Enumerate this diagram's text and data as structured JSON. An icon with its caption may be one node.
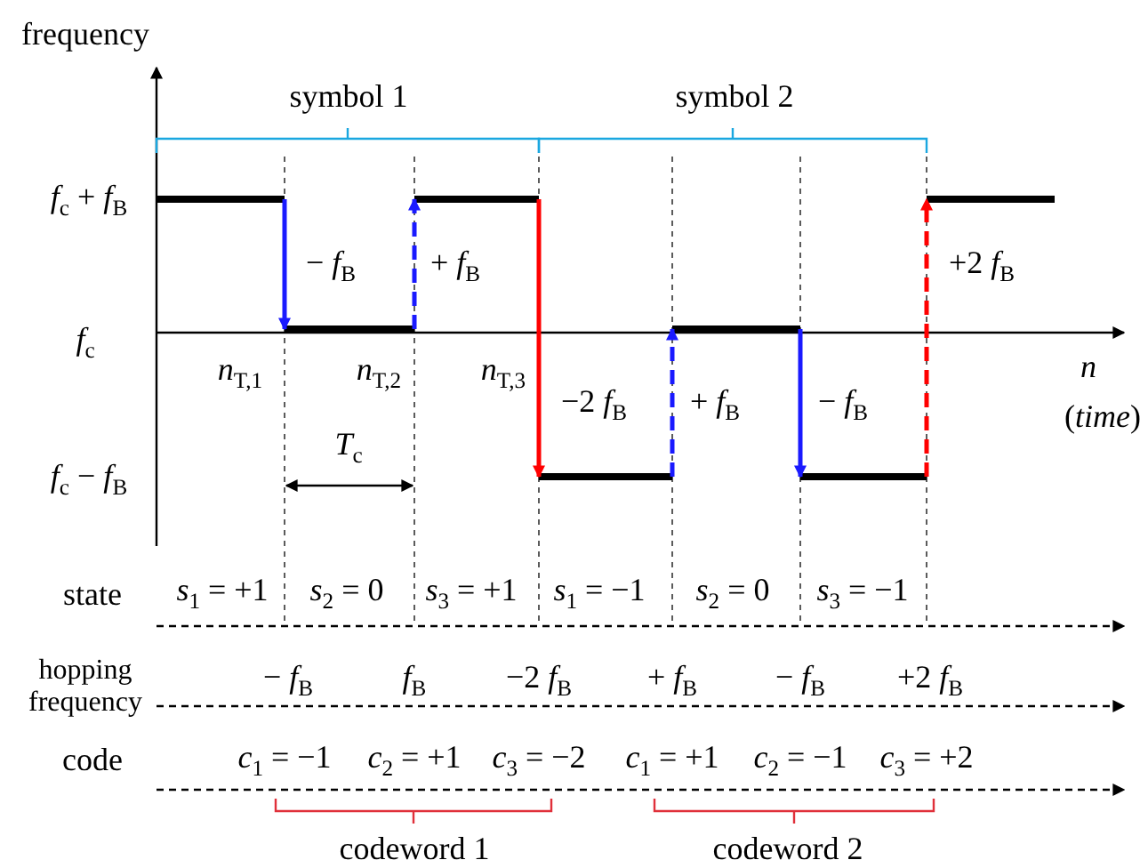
{
  "diagram": {
    "labels": [
      "frequency",
      "symbol 1",
      "symbol 2",
      "*f*$_{c}$ + *f*$_{B}$",
      "− *f*$_{B}$",
      "+ *f*$_{B}$",
      "+2 *f*$_{B}$",
      "*f*$_{c}$",
      "*n*$_{T,1}$",
      "*n*$_{T,2}$",
      "*n*$_{T,3}$",
      "*n*",
      "−2 *f*$_{B}$",
      "+ *f*$_{B}$",
      "− *f*$_{B}$",
      "(*time*)",
      "*f*$_{c}$ − *f*$_{B}$",
      "*T*$_{c}$",
      "state",
      "*s*$_{1}$ = +1",
      "*s*$_{2}$ = 0",
      "*s*$_{3}$ = +1",
      "*s*$_{1}$ = −1",
      "*s*$_{2}$ = 0",
      "*s*$_{3}$ = −1",
      "hopping frequency",
      "− *f*$_{B}$",
      "*f*$_{B}$",
      "−2 *f*$_{B}$",
      "+ *f*$_{B}$",
      "− *f*$_{B}$",
      "+2 *f*$_{B}$",
      "code",
      "*c*$_{1}$ = −1",
      "*c*$_{2}$ = +1",
      "*c*$_{3}$ = −2",
      "*c*$_{1}$ = +1",
      "*c*$_{2}$ = −1",
      "*c*$_{3}$ = +2",
      "codeword 1",
      "codeword 2"
    ]
  }
}
